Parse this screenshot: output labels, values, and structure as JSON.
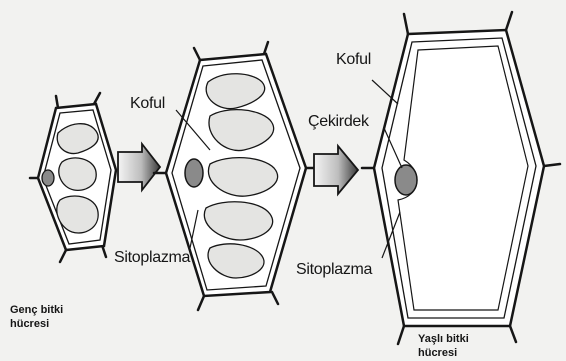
{
  "labels": {
    "koful_1": "Koful",
    "koful_2": "Koful",
    "cekirdek": "Çekirdek",
    "sitoplazma_1": "Sitoplazma",
    "sitoplazma_2": "Sitoplazma",
    "genc_line1": "Genç bitki",
    "genc_line2": "hücresi",
    "yasli_line1": "Yaşlı bitki",
    "yasli_line2": "hücresi"
  },
  "colors": {
    "background": "#f2f2f0",
    "ink": "#161616",
    "cell_fill": "#ffffff",
    "vacuole_fill": "#e4e4e2",
    "arrow_fill": "#d9d9d9"
  }
}
